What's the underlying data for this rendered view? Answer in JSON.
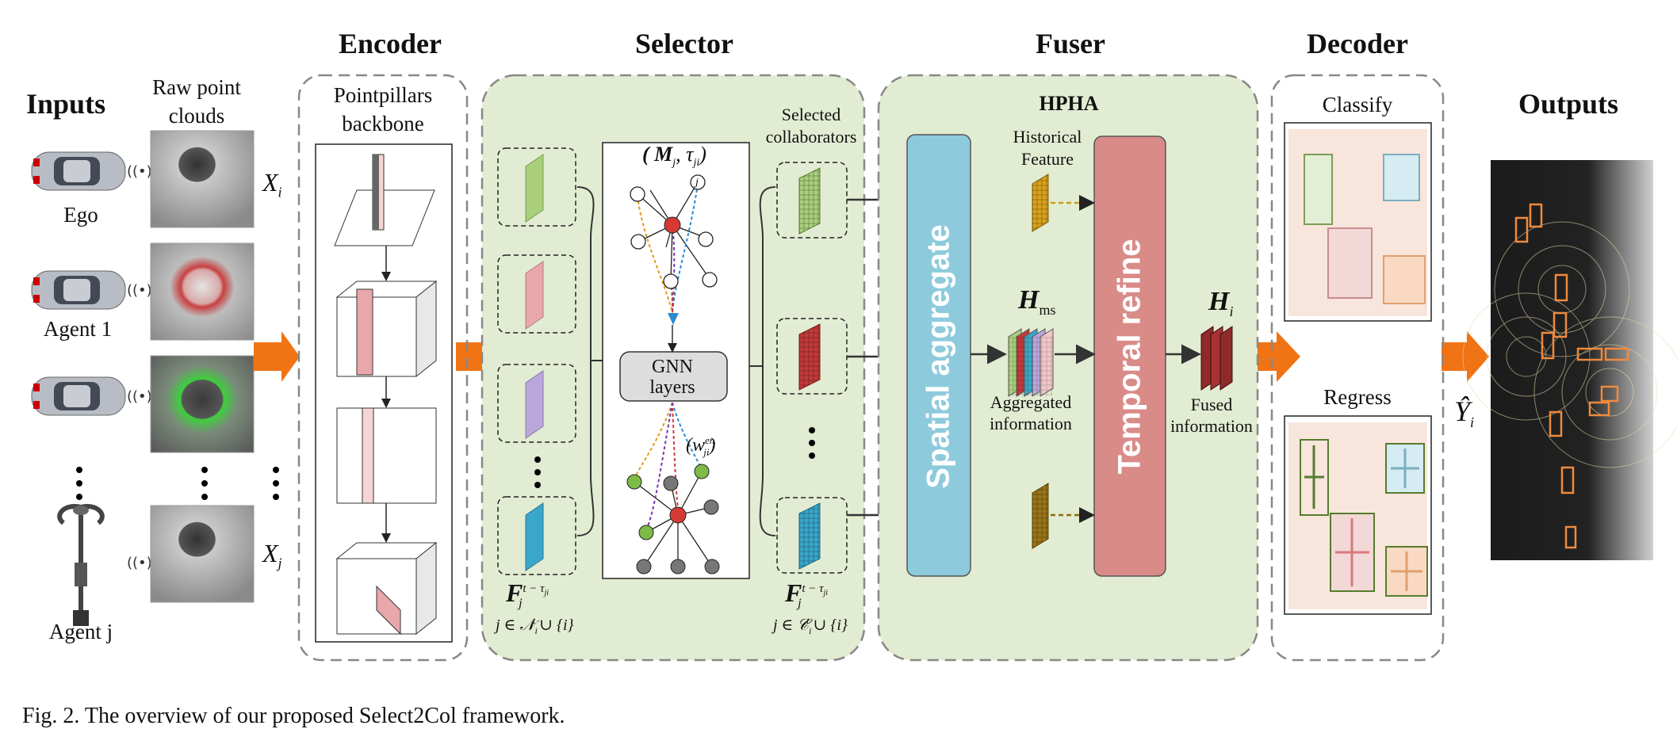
{
  "sections": {
    "inputs": "Inputs",
    "encoder": "Encoder",
    "selector": "Selector",
    "fuser": "Fuser",
    "decoder": "Decoder",
    "outputs": "Outputs"
  },
  "inputs": {
    "raw_point_clouds_line1": "Raw point",
    "raw_point_clouds_line2": "clouds",
    "ego": "Ego",
    "agent1": "Agent 1",
    "agentj": "Agent j",
    "xi": "X",
    "xi_sub": "i",
    "xj": "X",
    "xj_sub": "j"
  },
  "encoder": {
    "backbone_line1": "Pointpillars",
    "backbone_line2": "backbone"
  },
  "selector": {
    "selected_line1": "Selected",
    "selected_line2": "collaborators",
    "gnn_line1": "GNN",
    "gnn_line2": "layers",
    "m_tau": "( M",
    "m_sub": "j",
    "tau": ", τ",
    "tau_sub": "ji",
    "tau_close": ")",
    "w_en": "(w",
    "w_sup": "en",
    "w_sub": "ji",
    "w_close": ")",
    "f_left": "F",
    "f_left_sup": "t − τ",
    "f_left_sup_sub": "ji",
    "f_left_sub": "j",
    "set_left": "j ∈ 𝒩",
    "set_left_sub": "i",
    "set_left_sup": "t",
    "set_left_tail": " ∪ {i}",
    "f_right": "F",
    "f_right_sup": "t − τ",
    "f_right_sup_sub": "ji",
    "f_right_sub": "j",
    "set_right": "j ∈ 𝒞",
    "set_right_sub": "i",
    "set_right_sup": "t",
    "set_right_tail": " ∪ {i}"
  },
  "fuser": {
    "hpha": "HPHA",
    "historical_line1": "Historical",
    "historical_line2": "Feature",
    "spatial": "Spatial aggregate",
    "temporal": "Temporal refine",
    "hms": "H",
    "hms_sub": "ms",
    "aggregated_line1": "Aggregated",
    "aggregated_line2": "information",
    "hi": "H",
    "hi_sub": "i",
    "fused_line1": "Fused",
    "fused_line2": "information"
  },
  "decoder": {
    "classify": "Classify",
    "regress": "Regress"
  },
  "outputs": {
    "yhat": "Ŷ",
    "yhat_sub": "i"
  },
  "caption": "Fig. 2.  The overview of our proposed Select2Col framework.",
  "colors": {
    "panel_green": "#e2ecd2",
    "arrow_orange": "#f07314",
    "spatial_blue": "#8dcbdc",
    "temporal_red": "#d98b88",
    "feature_green": "#a9cf7c",
    "feature_pink": "#e8a8ab",
    "feature_purple": "#b9a7db",
    "feature_blue": "#3aa6c9",
    "node_red": "#d43a33",
    "node_green": "#7dbb46",
    "node_gray": "#777777"
  }
}
